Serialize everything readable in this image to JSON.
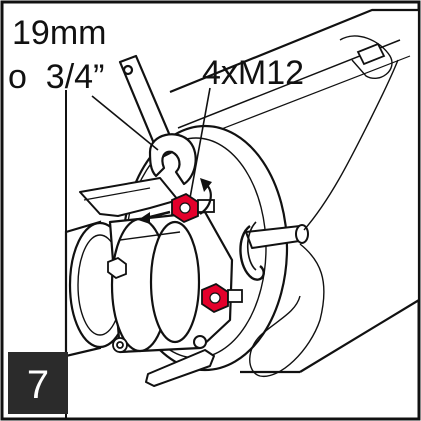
{
  "labels": {
    "wrench_size_mm": "19mm",
    "wrench_size_in": "o  3/4”",
    "bolt_spec": "4xM12"
  },
  "step": {
    "number": "7"
  },
  "colors": {
    "line": "#111111",
    "highlight_nut": "#e4002b",
    "step_badge": "#2b2b2b",
    "background": "#ffffff"
  },
  "icons": {
    "wrench": "wrench-icon",
    "nut": "hex-nut-icon",
    "rotate": "rotate-arrow-icon",
    "pull": "arrow-left-icon",
    "safety_pin": "r-clip-pin-icon"
  }
}
